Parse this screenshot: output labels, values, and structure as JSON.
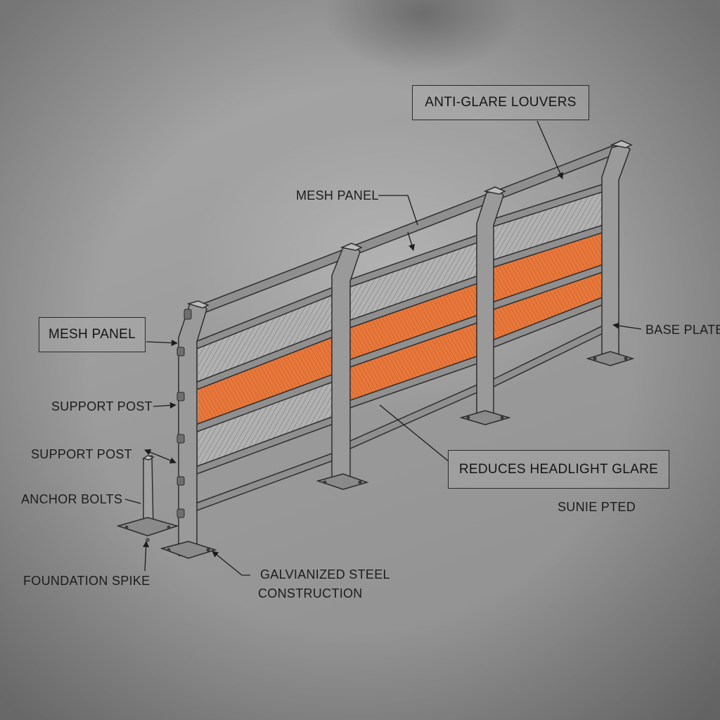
{
  "callouts": {
    "anti_glare_louvers": "ANTI-GLARE LOUVERS",
    "mesh_panel_top": "MESH PANEL",
    "mesh_panel_left": "MESH PANEL",
    "base_plate": "BASE PLATE",
    "support_post_1": "SUPPORT POST",
    "support_post_2": "SUPPORT POST",
    "anchor_bolts": "ANCHOR BOLTS",
    "foundation_spike": "FOUNDATION SPIKE",
    "galvanized_line1": "GALVIANIZED STEEL",
    "galvanized_line2": "CONSTRUCTION",
    "reduces_glare": "REDUCES HEADLIGHT GLARE",
    "sunie_pted": "SUNIE PTED"
  },
  "colors": {
    "steel": "#8e8e8e",
    "steel_dark": "#3a3a3a",
    "orange_mesh": "#e8783a",
    "grey_mesh": "#a8a8a8"
  }
}
